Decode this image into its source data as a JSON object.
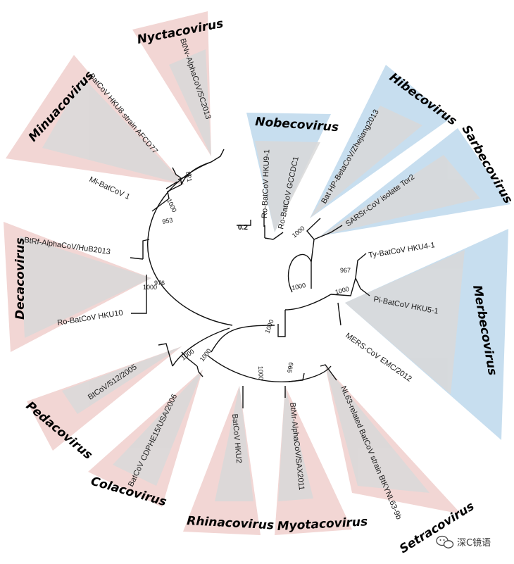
{
  "colors": {
    "alpha_wedge": "#f2d6d4",
    "beta_wedge": "#c7deef",
    "grey_core": "#d9d9d9",
    "branch": "#111111"
  },
  "scale_bar": {
    "label": "0.2"
  },
  "genera": {
    "nyctacovirus": "Nyctacovirus",
    "minuacovirus": "Minuacovirus",
    "decacovirus": "Decacovirus",
    "pedacovirus": "Pedacovirus",
    "colacovirus": "Colacovirus",
    "rhinacovirus": "Rhinacovirus",
    "myotacovirus": "Myotacovirus",
    "setracovirus": "Setracovirus",
    "nobecovirus": "Nobecovirus",
    "hibecovirus": "Hibecovirus",
    "sarbecovirus": "Sarbecovirus",
    "merbecovirus": "Merbecovirus"
  },
  "leaves": {
    "btnv": "BtNv-AlphaCoV/SC2013",
    "hku8": "BatCoV HKU8 strain AFCD77",
    "mi1": "Mi-BatCoV 1",
    "btrf": "BtRf-AlphaCoV/HuB2013",
    "hku10": "Ro-BatCoV HKU10",
    "bt512": "BtCoV/512/2005",
    "cdphe": "BatCoV CDPHE15/USA/2006",
    "hku2": "BatCoV HKU2",
    "btmr": "BtMr-AlphaCoV/SAX2011",
    "nl63": "NL63-related BatCoV strain BtKYNL63-9b",
    "hku9": "Ro-BatCoV HKU9-1",
    "gccdc1": "Ro-BatCoV GCCDC1",
    "hp": "Bat HP-BetaCoV/Zhejiang2013",
    "sars": "SARSr-CoV isolate Tor2",
    "hku4": "Ty-BatCoV HKU4-1",
    "hku5": "Pi-BatCoV HKU5-1",
    "mers": "MERS-CoV EMC/2012"
  },
  "bootstrap": {
    "b821": "821",
    "b1000_minua": "1000",
    "b953": "953",
    "b1000_deca": "1000",
    "b976": "976",
    "b1000_peda1": "1000",
    "b1000_peda2": "1000",
    "b1000_rhin": "1000",
    "b999": "999",
    "b1000_sarb": "1000",
    "b1000_beta": "1000",
    "b967": "967",
    "b1000_merb": "1000",
    "b1000_root": "1000"
  },
  "watermark": {
    "icon": "wechat-icon",
    "text": "深C镜语"
  }
}
